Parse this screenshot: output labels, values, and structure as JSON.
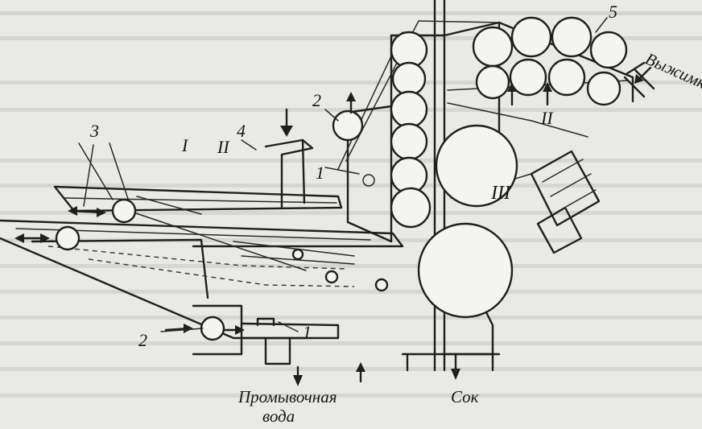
{
  "labels": {
    "n1_left": "1",
    "n1_right": "1",
    "n2_top": "2",
    "n2_bottom": "2",
    "n3": "3",
    "n4": "4",
    "n5": "5",
    "roman_I": "I",
    "roman_II": "II",
    "roman_II_press": "II",
    "roman_III": "III"
  },
  "captions": {
    "wash_water_line1": "Промывочная",
    "wash_water_line2": "вода",
    "juice": "Сок",
    "pomace": "Выжимки"
  },
  "colors": {
    "paper": "#e9e9e6",
    "ink": "#1f1f1f",
    "bleed_text": "#b9b9b5"
  }
}
